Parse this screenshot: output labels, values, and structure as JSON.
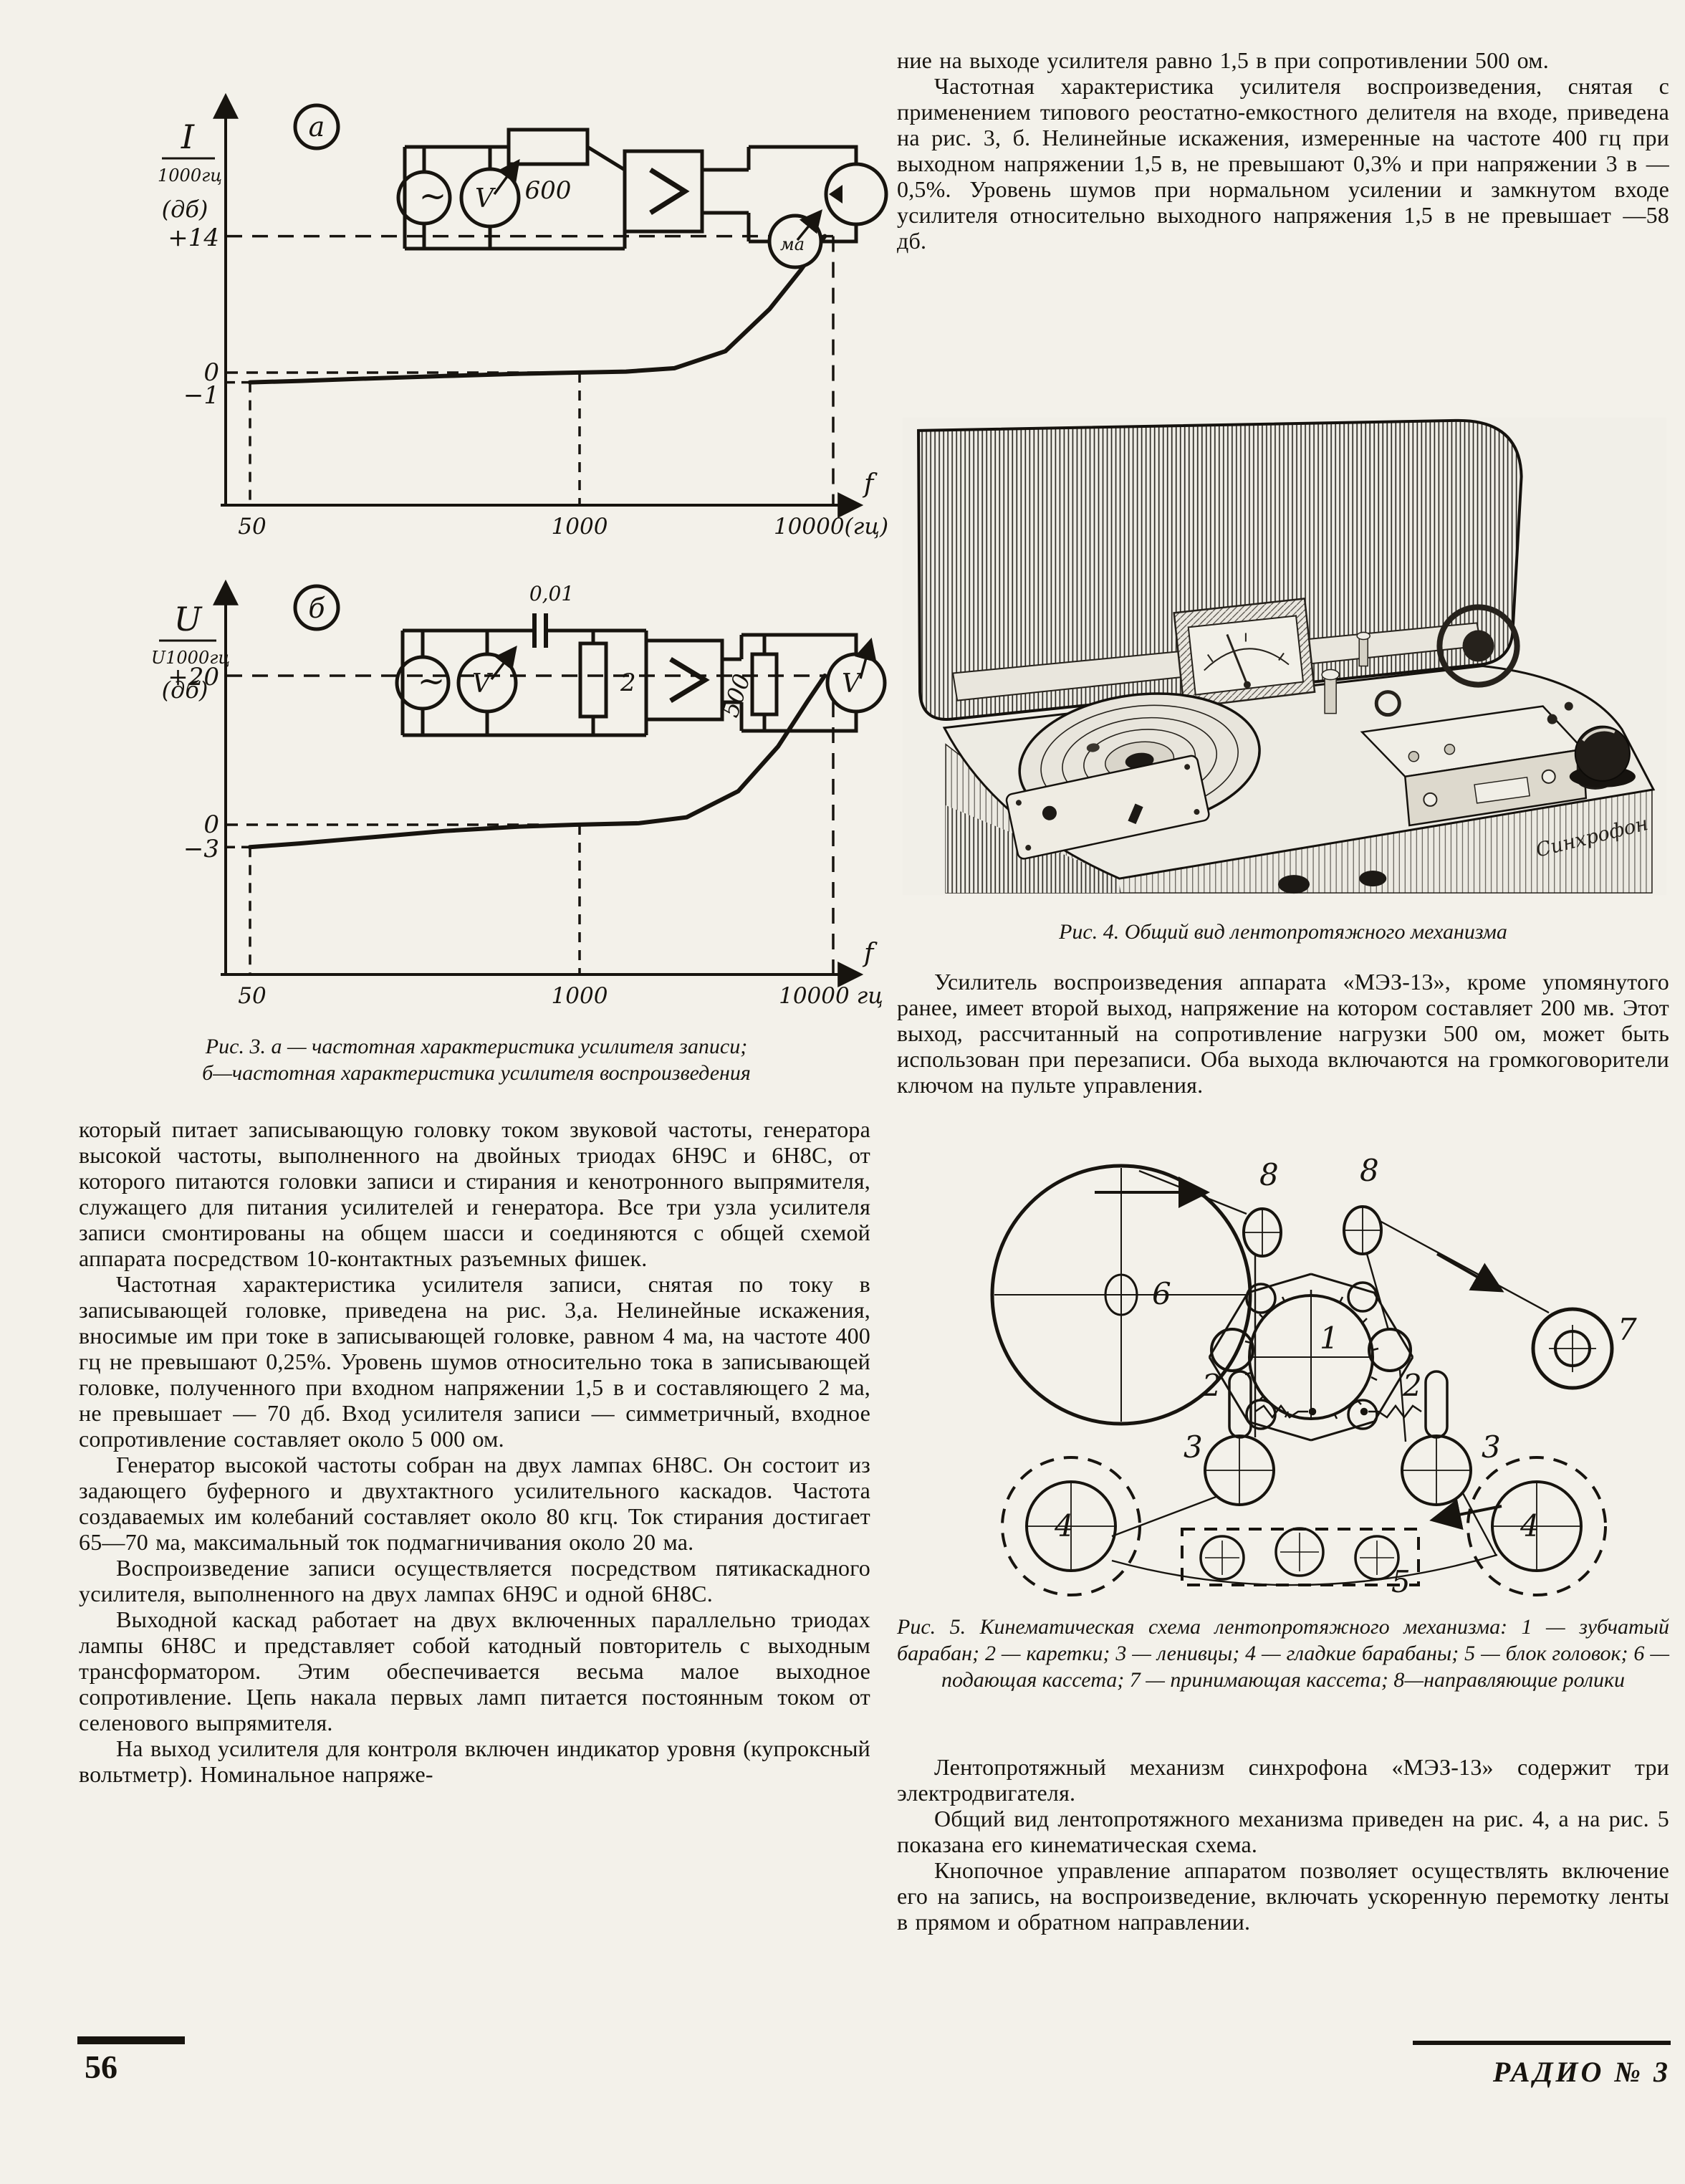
{
  "page": {
    "number": "56",
    "footer_journal": "РАДИО   №  3"
  },
  "fig3": {
    "caption_line1": "Рис. 3. а — частотная характеристика усилителя записи;",
    "caption_line2": "б—частотная   характеристика усилителя воспроизведения",
    "panel_a": "а",
    "panel_b": "б"
  },
  "chart_data": [
    {
      "id": "fig3a",
      "type": "line",
      "panel": "а",
      "title": "частотная характеристика усилителя записи",
      "ylabel_num": "I",
      "ylabel_den": "1000гц",
      "ylabel_unit": "(дб)",
      "xlabel": "f",
      "x_scale": "log",
      "xlim": [
        40,
        10800
      ],
      "x_ticks": [
        50,
        1000,
        10000
      ],
      "x_tick_labels": [
        "50",
        "1000",
        "10000(гц)"
      ],
      "y_ticks": [
        14,
        0,
        -1
      ],
      "y_tick_labels": [
        "+14",
        "0",
        "−1"
      ],
      "x": [
        50,
        80,
        150,
        300,
        600,
        1000,
        1600,
        2500,
        4000,
        6000,
        8000,
        10000
      ],
      "y": [
        -1,
        -0.85,
        -0.6,
        -0.35,
        -0.12,
        0,
        0.1,
        0.45,
        2.2,
        6.5,
        10.5,
        14
      ]
    },
    {
      "id": "fig3b",
      "type": "line",
      "panel": "б",
      "title": "частотная характеристика усилителя воспроизведения",
      "ylabel_num": "U",
      "ylabel_den": "U1000гц",
      "ylabel_unit": "(дб)",
      "xlabel": "f",
      "x_scale": "log",
      "xlim": [
        40,
        10800
      ],
      "x_ticks": [
        50,
        1000,
        10000
      ],
      "x_tick_labels": [
        "50",
        "1000",
        "10000 гц"
      ],
      "y_ticks": [
        20,
        0,
        -3
      ],
      "y_tick_labels": [
        "+20",
        "0",
        "−3"
      ],
      "x": [
        50,
        80,
        150,
        300,
        600,
        1000,
        1800,
        2800,
        4500,
        6500,
        8500,
        10000
      ],
      "y": [
        -3,
        -2.5,
        -1.7,
        -0.85,
        -0.25,
        0,
        0.2,
        1,
        4.5,
        10.5,
        16.5,
        20
      ]
    }
  ],
  "circuit_a": {
    "source": "~",
    "meter_in": "V",
    "resistor": "600",
    "meter_out": "ма"
  },
  "circuit_b": {
    "source": "~",
    "meter_in": "V",
    "cap": "0,01",
    "r_shunt": "2",
    "r_load": "500",
    "meter_out": "V"
  },
  "left_column": {
    "paragraphs": [
      "который питает записывающую головку током звуковой частоты, генератора высокой частоты, выполненного на двойных триодах 6Н9С и 6Н8С, от которого питаются головки записи и стирания и кенотронного выпрямителя, служащего для питания усилителей и генератора. Все три узла усилителя записи смонтированы на общем шасси и соединяются с общей схемой аппарата посредством 10-контактных разъемных фишек.",
      "Частотная характеристика усилителя записи, снятая по току в записывающей головке, приведена на рис. 3,а. Нелинейные искажения, вносимые им при токе в записывающей головке, равном 4 ма, на частоте 400 гц не превышают 0,25%. Уровень шумов относительно тока в записывающей головке, полученного при входном напряжении 1,5 в и составляющего 2 ма, не превышает — 70 дб. Вход усилителя записи — симметричный, входное сопротивление составляет около 5 000 ом.",
      "Генератор высокой частоты собран на двух лампах 6Н8С. Он состоит из задающего буферного и двухтактного усилительного каскадов. Частота создаваемых им колебаний составляет около 80 кгц. Ток стирания достигает 65—70 ма, максимальный ток подмагничивания около 20 ма.",
      "Воспроизведение записи осуществляется посредством пятикаскадного усилителя, выполненного на двух лампах 6Н9С и одной 6Н8С.",
      "Выходной каскад работает на двух включенных параллельно триодах лампы 6Н8С и представляет собой катодный повторитель с выходным трансформатором. Этим обеспечивается весьма малое выходное сопротивление. Цепь накала первых ламп питается постоянным током от селенового выпрямителя.",
      "На выход усилителя для контроля включен индикатор уровня (купроксный вольтметр). Номинальное напряже-"
    ]
  },
  "right_column": {
    "top_paragraphs": [
      "ние на выходе усилителя равно 1,5 в при сопротивлении 500 ом.",
      "Частотная характеристика усилителя воспроизведения, снятая с применением типового реостатно-емкостного делителя на входе, приведена на рис. 3, б. Нелинейные искажения, измеренные на частоте 400 гц при выходном напряжении 1,5 в, не превышают 0,3% и при напряжении 3 в — 0,5%. Уровень шумов при нормальном усилении и замкнутом входе усилителя относительно выходного напряжения 1,5 в не превышает —58 дб."
    ],
    "fig4_caption": "Рис. 4. Общий вид лентопротяжного механизма",
    "fig4_signature": "Синхрофон",
    "mid_paragraphs": [
      "Усилитель воспроизведения аппарата «МЭЗ-13», кроме упомянутого ранее, имеет второй выход, напряжение на котором составляет 200 мв. Этот выход, рассчитанный на сопротивление нагрузки 500 ом, может быть использован при перезаписи. Оба выхода включаются на громкоговорители ключом на пульте управления."
    ],
    "fig5_caption": "Рис. 5. Кинематическая схема лентопротяжного механизма: 1 — зубчатый барабан; 2 — каретки; 3 — ленивцы; 4 — гладкие барабаны; 5 — блок головок; 6 — подающая кассета; 7 — принимающая кассета; 8—направляющие ролики",
    "bottom_paragraphs": [
      "Лентопротяжный механизм синхрофона «МЭЗ-13» содержит три электродвигателя.",
      "Общий вид лентопротяжного механизма приведен на рис. 4, а на рис. 5 показана его кинематическая схема.",
      "Кнопочное управление аппаратом позволяет осуществлять включение его на запись, на воспроизведение, включать ускоренную перемотку ленты в прямом и обратном направлении."
    ]
  },
  "fig5_labels": {
    "n1": "1",
    "n2": "2",
    "n3": "3",
    "n4": "4",
    "n5": "5",
    "n6": "6",
    "n7": "7",
    "n8": "8"
  },
  "colors": {
    "paper": "#f3f1ea",
    "ink": "#17140f"
  }
}
